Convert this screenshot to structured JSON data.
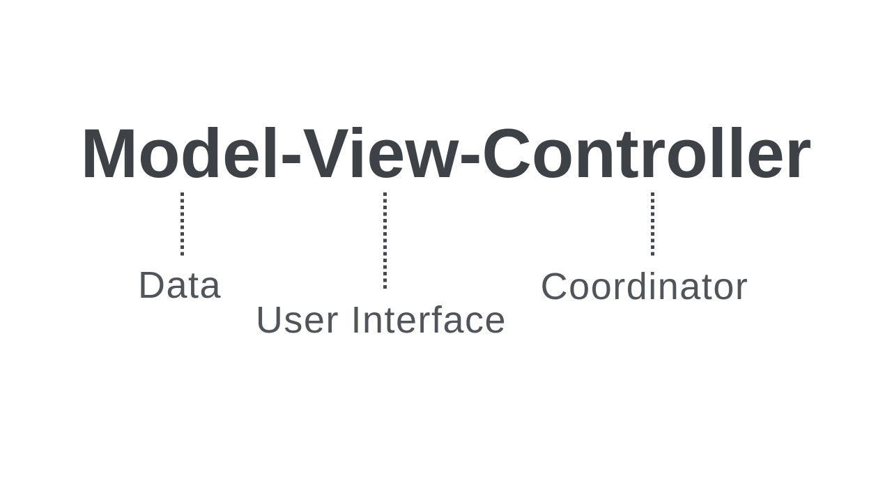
{
  "slide": {
    "background_color": "#ffffff",
    "title": {
      "text": "Model-View-Controller",
      "color": "#3e4247"
    },
    "annotations": [
      {
        "term": "Model",
        "label": "Data"
      },
      {
        "term": "View",
        "label": "User Interface"
      },
      {
        "term": "Controller",
        "label": "Coordinator"
      }
    ],
    "connector_style": {
      "type": "dotted-vertical-line",
      "dot_color": "#45484d"
    },
    "label_color": "#515459"
  }
}
